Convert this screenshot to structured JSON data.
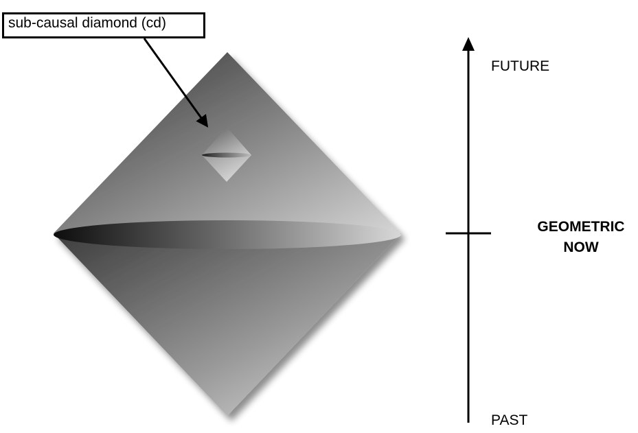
{
  "callout": {
    "label": "sub-causal diamond (cd)"
  },
  "time_axis": {
    "top_label": "FUTURE",
    "bottom_label": "PAST",
    "marker_label_line1": "GEOMETRIC",
    "marker_label_line2": "NOW"
  },
  "colors": {
    "ink": "#000000",
    "diamond_dark": "#3a3a3a",
    "diamond_light": "#d9d9d9",
    "background": "#ffffff"
  }
}
